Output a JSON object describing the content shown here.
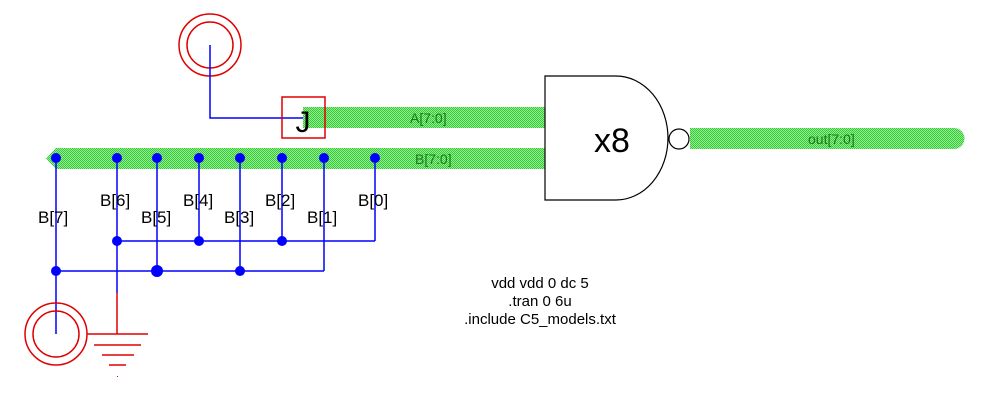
{
  "schematic": {
    "gate": {
      "type": "nand",
      "label": "x8"
    },
    "buses": {
      "a": {
        "label": "A[7:0]"
      },
      "b": {
        "label": "B[7:0]"
      },
      "out": {
        "label": "out[7:0]"
      }
    },
    "junction": {
      "label": "J"
    },
    "taps": [
      "B[7]",
      "B[6]",
      "B[5]",
      "B[4]",
      "B[3]",
      "B[2]",
      "B[1]",
      "B[0]"
    ],
    "directives": [
      "vdd vdd 0 dc 5",
      ".tran 0 6u",
      ".include C5_models.txt"
    ],
    "colors": {
      "wire": "#0000ff",
      "bus": "#33cc33",
      "symbol": "#e00000"
    }
  }
}
